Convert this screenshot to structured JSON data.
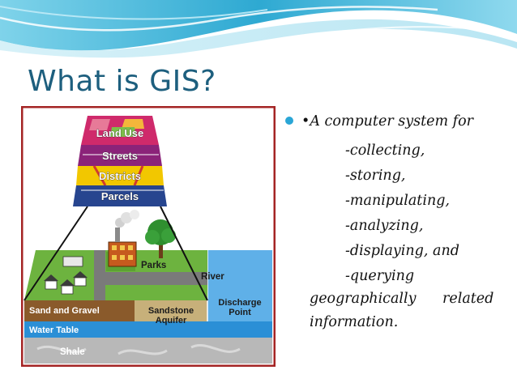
{
  "slide": {
    "title": "What is GIS?"
  },
  "diagram": {
    "layers": [
      "Land Use",
      "Streets",
      "Districts",
      "Parcels"
    ],
    "ground_labels": {
      "parks": "Parks",
      "river": "River",
      "sand_gravel": "Sand and Gravel",
      "sandstone_line1": "Sandstone",
      "sandstone_line2": "Aquifer",
      "discharge_line1": "Discharge",
      "discharge_line2": "Point",
      "water_table": "Water Table",
      "shale": "Shale"
    }
  },
  "bullets": {
    "intro": "•A computer system for",
    "items": [
      "-collecting,",
      "-storing,",
      "-manipulating,",
      "-analyzing,",
      "-displaying, and",
      "-querying"
    ],
    "tail_word1": "geographically",
    "tail_word2": "related",
    "tail_line2": "information."
  },
  "colors": {
    "title": "#1d5f7e",
    "bullet": "#2aa6d6",
    "diagram_frame": "#a42424"
  }
}
